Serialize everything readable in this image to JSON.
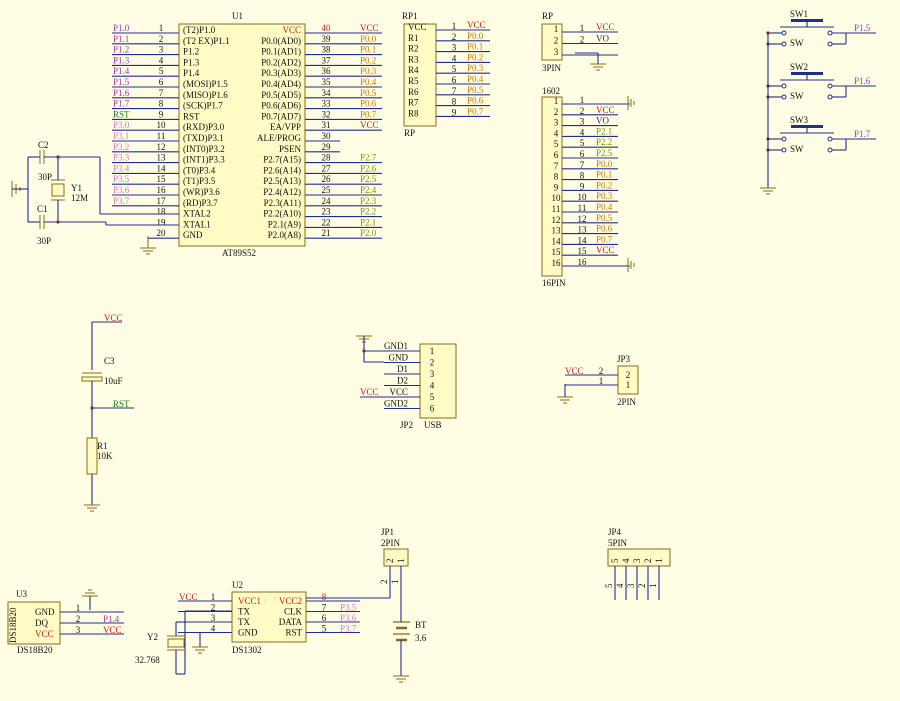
{
  "colors": {
    "background": "#fffde3",
    "wire": "#1f2f8f",
    "body": "#fffbc4",
    "outline": "#8a6a1a",
    "vcc": "#d01818",
    "port0": "#d07a00",
    "port1": "#a838b8",
    "port2": "#7a9a00",
    "port3": "#d878c8",
    "rst": "#1a7a1a"
  },
  "u1": {
    "designator": "U1",
    "part": "AT89S52",
    "left_nets": [
      "P1.0",
      "P1.1",
      "P1.2",
      "P1.3",
      "P1.4",
      "P1.5",
      "P1.6",
      "P1.7",
      "RST",
      "P3.0",
      "P3.1",
      "P3.2",
      "P3.3",
      "P3.4",
      "P3.5",
      "P3.6",
      "P3.7",
      "",
      "",
      ""
    ],
    "left_pins": [
      "1",
      "2",
      "3",
      "4",
      "5",
      "6",
      "7",
      "8",
      "9",
      "10",
      "11",
      "12",
      "13",
      "14",
      "15",
      "16",
      "17",
      "18",
      "19",
      "20"
    ],
    "left_names": [
      "(T2)P1.0",
      "(T2 EX)P1.1",
      "P1.2",
      "P1.3",
      "P1.4",
      "(MOSI)P1.5",
      "(MISO)P1.6",
      "(SCK)P1.7",
      "RST",
      "(RXD)P3.0",
      "(TXD)P3.1",
      "(INT0)P3.2",
      "(INT1)P3.3",
      "(T0)P3.4",
      "(T1)P3.5",
      "(WR)P3.6",
      "(RD)P3.7",
      "XTAL2",
      "XTAL1",
      "GND"
    ],
    "right_names": [
      "VCC",
      "P0.0(AD0)",
      "P0.1(AD1)",
      "P0.2(AD2)",
      "P0.3(AD3)",
      "P0.4(AD4)",
      "P0.5(AD5)",
      "P0.6(AD6)",
      "P0.7(AD7)",
      "EA/VPP",
      "ALE/PROG",
      "PSEN",
      "P2.7(A15)",
      "P2.6(A14)",
      "P2.5(A13)",
      "P2.4(A12)",
      "P2.3(A11)",
      "P2.2(A10)",
      "P2.1(A9)",
      "P2.0(A8)"
    ],
    "right_pins": [
      "40",
      "39",
      "38",
      "37",
      "36",
      "35",
      "34",
      "33",
      "32",
      "31",
      "30",
      "29",
      "28",
      "27",
      "26",
      "25",
      "24",
      "23",
      "22",
      "21"
    ],
    "right_nets": [
      "VCC",
      "P0.0",
      "P0.1",
      "P0.2",
      "P0.3",
      "P0.4",
      "P0.5",
      "P0.6",
      "P0.7",
      "VCC",
      "",
      "",
      "P2.7",
      "P2.6",
      "P2.5",
      "P2.4",
      "P2.3",
      "P2.2",
      "P2.1",
      "P2.0"
    ]
  },
  "rp1": {
    "designator": "RP1",
    "footer": "RP",
    "names": [
      "VCC",
      "R1",
      "R2",
      "R3",
      "R4",
      "R5",
      "R6",
      "R7",
      "R8"
    ],
    "pins": [
      "1",
      "2",
      "3",
      "4",
      "5",
      "6",
      "7",
      "8",
      "9"
    ],
    "nets": [
      "VCC",
      "P0.0",
      "P0.1",
      "P0.2",
      "P0.3",
      "P0.4",
      "P0.5",
      "P0.6",
      "P0.7"
    ]
  },
  "rp": {
    "designator": "RP",
    "footer": "3PIN",
    "pins": [
      "1",
      "2",
      "3"
    ],
    "outer_pins": [
      "1",
      "2",
      ""
    ],
    "nets": [
      "VCC",
      "VO",
      ""
    ]
  },
  "lcd": {
    "designator": "1602",
    "footer": "16PIN",
    "pins": [
      "1",
      "2",
      "3",
      "4",
      "5",
      "6",
      "7",
      "8",
      "9",
      "10",
      "11",
      "12",
      "13",
      "14",
      "15",
      "16"
    ],
    "nets": [
      "",
      "VCC",
      "VO",
      "P2.1",
      "P2.2",
      "P2.5",
      "P0.0",
      "P0.1",
      "P0.2",
      "P0.3",
      "P0.4",
      "P0.5",
      "P0.6",
      "P0.7",
      "VCC",
      ""
    ]
  },
  "switches": [
    {
      "designator": "SW1",
      "part": "SW",
      "net": "P1.5"
    },
    {
      "designator": "SW2",
      "part": "SW",
      "net": "P1.6"
    },
    {
      "designator": "SW3",
      "part": "SW",
      "net": "P1.7"
    }
  ],
  "crystal": {
    "c2": "C2",
    "c2_value": "30P",
    "c1": "C1",
    "c1_value": "30P",
    "y1": "Y1",
    "y1_value": "12M"
  },
  "reset": {
    "vcc": "VCC",
    "c3": "C3",
    "c3_value": "10uF",
    "rst": "RST",
    "r1": "R1",
    "r1_value": "10K"
  },
  "usb": {
    "designator": "JP2",
    "part": "USB",
    "pins": [
      "1",
      "2",
      "3",
      "4",
      "5",
      "6"
    ],
    "nets": [
      "GND1",
      "GND",
      "D1",
      "D2",
      "VCC",
      "GND2"
    ],
    "vcc_label": "VCC"
  },
  "jp3": {
    "designator": "JP3",
    "footer": "2PIN",
    "vcc": "VCC",
    "pins": [
      "2",
      "1"
    ],
    "outer_pins": [
      "2",
      "1"
    ]
  },
  "u3": {
    "designator": "U3",
    "part": "DS18B20",
    "side_label": "DS18B20",
    "names": [
      "GND",
      "DQ",
      "VCC"
    ],
    "pins": [
      "1",
      "2",
      "3"
    ],
    "nets": [
      "",
      "P1.4",
      "VCC"
    ]
  },
  "u2": {
    "designator": "U2",
    "part": "DS1302",
    "left_names": [
      "VCC1",
      "TX",
      "TX",
      "GND"
    ],
    "left_pins": [
      "1",
      "2",
      "3",
      "4"
    ],
    "right_names": [
      "VCC2",
      "CLK",
      "DATA",
      "RST"
    ],
    "right_pins": [
      "8",
      "7",
      "6",
      "5"
    ],
    "right_nets": [
      "",
      "P3.5",
      "P3.6",
      "P3.7"
    ],
    "vcc": "VCC",
    "y2": "Y2",
    "y2_value": "32.768"
  },
  "jp1": {
    "designator": "JP1",
    "part": "2PIN",
    "pins": [
      "2",
      "1"
    ],
    "bt": "BT",
    "bt_value": "3.6"
  },
  "jp4": {
    "designator": "JP4",
    "part": "5PIN",
    "pins": [
      "5",
      "4",
      "3",
      "2",
      "1"
    ]
  }
}
